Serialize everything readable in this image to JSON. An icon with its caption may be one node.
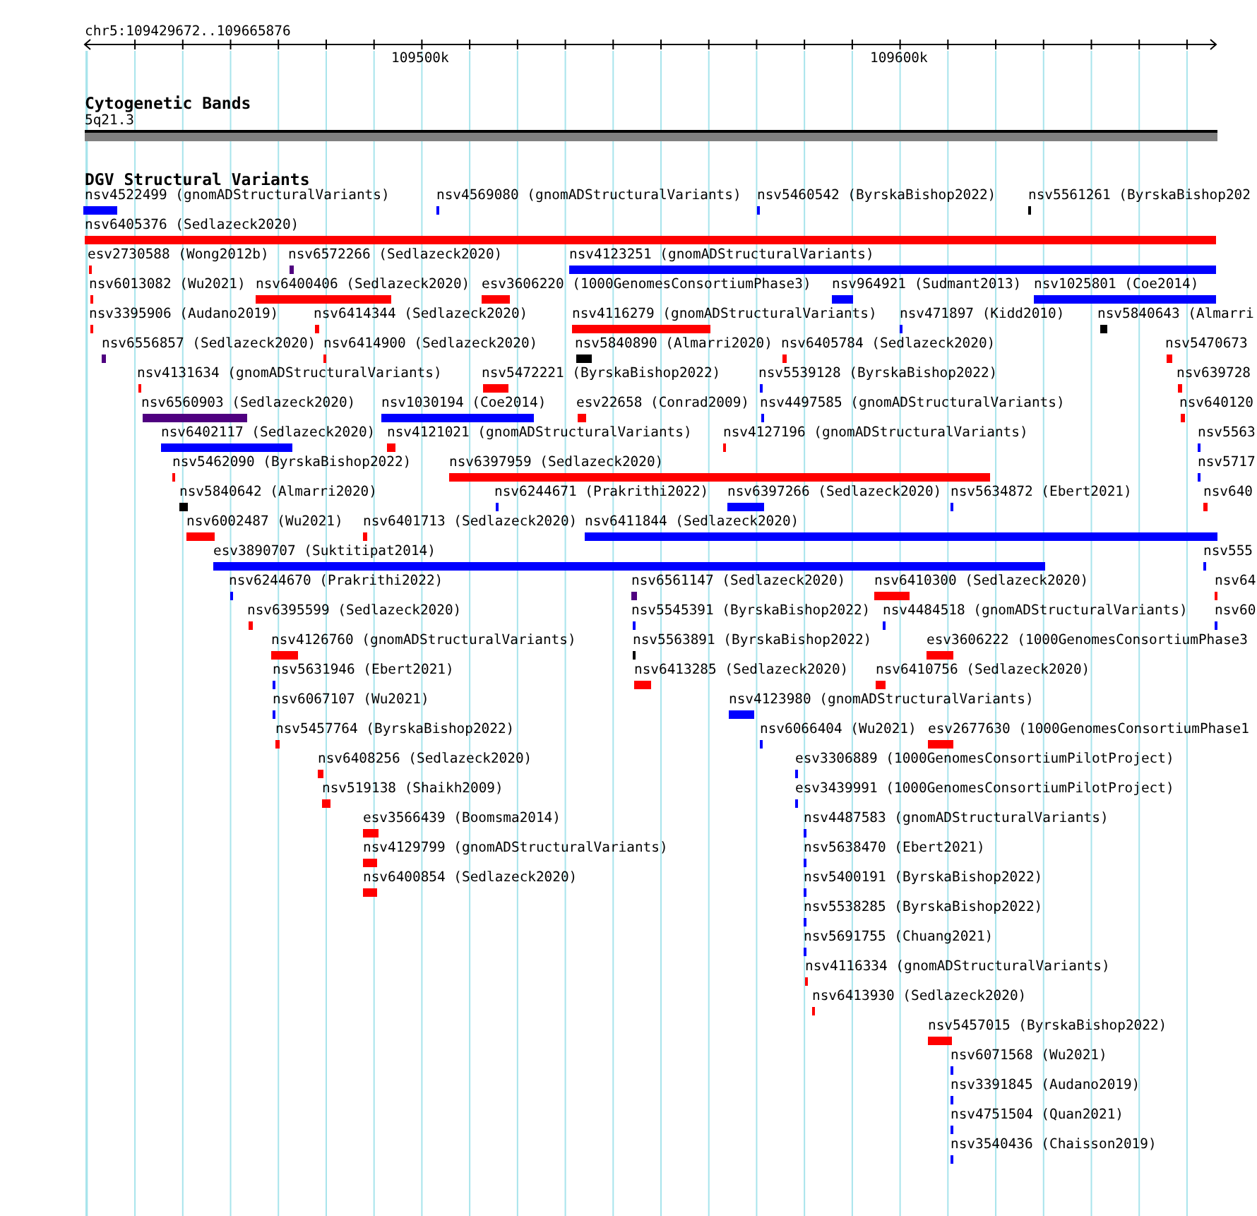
{
  "diagram": {
    "labels": [
      "chr5:109429672..109665876",
      "109500k",
      "109600k",
      "Cytogenetic Bands",
      "5q21.3",
      "DGV Structural Variants",
      "nsv4522499 (gnomADStructuralVariants)",
      "nsv4569080 (gnomADStructuralVariants)",
      "nsv5460542 (ByrskaBishop2022)",
      "nsv5561261 (ByrskaBishop202",
      "nsv6405376 (Sedlazeck2020)",
      "esv2730588 (Wong2012b)",
      "nsv6572266 (Sedlazeck2020)",
      "nsv4123251 (gnomADStructuralVariants)",
      "nsv6013082 (Wu2021)",
      "nsv6400406 (Sedlazeck2020)",
      "esv3606220 (1000GenomesConsortiumPhase3)",
      "nsv964921 (Sudmant2013)",
      "nsv1025801 (Coe2014)",
      "nsv3395906 (Audano2019)",
      "nsv6414344 (Sedlazeck2020)",
      "nsv4116279 (gnomADStructuralVariants)",
      "nsv471897 (Kidd2010)",
      "nsv5840643 (Almarri",
      "nsv6556857 (Sedlazeck2020)",
      "nsv6414900 (Sedlazeck2020)",
      "nsv5840890 (Almarri2020)",
      "nsv6405784 (Sedlazeck2020)",
      "nsv5470673",
      "nsv4131634 (gnomADStructuralVariants)",
      "nsv5472221 (ByrskaBishop2022)",
      "nsv5539128 (ByrskaBishop2022)",
      "nsv639728",
      "nsv6560903 (Sedlazeck2020)",
      "nsv1030194 (Coe2014)",
      "esv22658 (Conrad2009)",
      "nsv4497585 (gnomADStructuralVariants)",
      "nsv640120",
      "nsv6402117 (Sedlazeck2020)",
      "nsv4121021 (gnomADStructuralVariants)",
      "nsv4127196 (gnomADStructuralVariants)",
      "nsv5563",
      "nsv5462090 (ByrskaBishop2022)",
      "nsv6397959 (Sedlazeck2020)",
      "nsv5717",
      "nsv5840642 (Almarri2020)",
      "nsv6244671 (Prakrithi2022)",
      "nsv6397266 (Sedlazeck2020)",
      "nsv5634872 (Ebert2021)",
      "nsv640",
      "nsv6002487 (Wu2021)",
      "nsv6401713 (Sedlazeck2020)",
      "nsv6411844 (Sedlazeck2020)",
      "esv3890707 (Suktitipat2014)",
      "nsv555",
      "nsv6244670 (Prakrithi2022)",
      "nsv6561147 (Sedlazeck2020)",
      "nsv6410300 (Sedlazeck2020)",
      "nsv64",
      "nsv6395599 (Sedlazeck2020)",
      "nsv5545391 (ByrskaBishop2022)",
      "nsv4484518 (gnomADStructuralVariants)",
      "nsv60",
      "nsv4126760 (gnomADStructuralVariants)",
      "nsv5563891 (ByrskaBishop2022)",
      "esv3606222 (1000GenomesConsortiumPhase3",
      "nsv5631946 (Ebert2021)",
      "nsv6413285 (Sedlazeck2020)",
      "nsv6410756 (Sedlazeck2020)",
      "nsv6067107 (Wu2021)",
      "nsv4123980 (gnomADStructuralVariants)",
      "nsv5457764 (ByrskaBishop2022)",
      "nsv6066404 (Wu2021)",
      "esv2677630 (1000GenomesConsortiumPhase1",
      "nsv6408256 (Sedlazeck2020)",
      "esv3306889 (1000GenomesConsortiumPilotProject)",
      "nsv519138 (Shaikh2009)",
      "esv3439991 (1000GenomesConsortiumPilotProject)",
      "esv3566439 (Boomsma2014)",
      "nsv4487583 (gnomADStructuralVariants)",
      "nsv4129799 (gnomADStructuralVariants)",
      "nsv5638470 (Ebert2021)",
      "nsv6400854 (Sedlazeck2020)",
      "nsv5400191 (ByrskaBishop2022)",
      "nsv5538285 (ByrskaBishop2022)",
      "nsv5691755 (Chuang2021)",
      "nsv4116334 (gnomADStructuralVariants)",
      "nsv6413930 (Sedlazeck2020)",
      "nsv5457015 (ByrskaBishop2022)",
      "nsv6071568 (Wu2021)",
      "nsv3391845 (Audano2019)",
      "nsv4751504 (Quan2021)",
      "nsv3540436 (Chaisson2019)"
    ]
  }
}
